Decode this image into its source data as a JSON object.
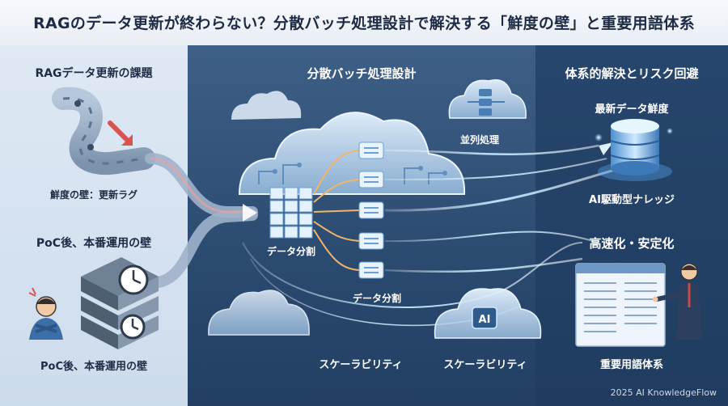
{
  "header": {
    "title": "RAGのデータ更新が終わらない？分散バッチ処理設計で解決する「鮮度の壁」と重要用語体系"
  },
  "left": {
    "heading": "RAGデータ更新の課題",
    "item1": "鮮度の壁：更新ラグ",
    "item2": "PoC後、本番運用の壁",
    "item3": "PoC後、本番運用の壁"
  },
  "middle": {
    "heading": "分散バッチ処理設計",
    "parallel": "並列処理",
    "split1": "データ分割",
    "split2": "データ分割",
    "scal1": "スケーラビリティ",
    "scal2": "スケーラビリティ",
    "ai_badge": "AI"
  },
  "right": {
    "heading": "体系的解決とリスク回避",
    "freshness": "最新データ鮮度",
    "knowledge": "AI駆動型ナレッジ",
    "speed": "高速化・安定化",
    "glossary": "重要用語体系"
  },
  "footer": {
    "credit": "2025 AI KnowledgeFlow"
  },
  "colors": {
    "background": "#eef3f9",
    "panel_mid": "#2b4a70",
    "panel_right": "#1f3c60",
    "accent_glow": "#9fdcff",
    "warn_red": "#d9534f"
  }
}
